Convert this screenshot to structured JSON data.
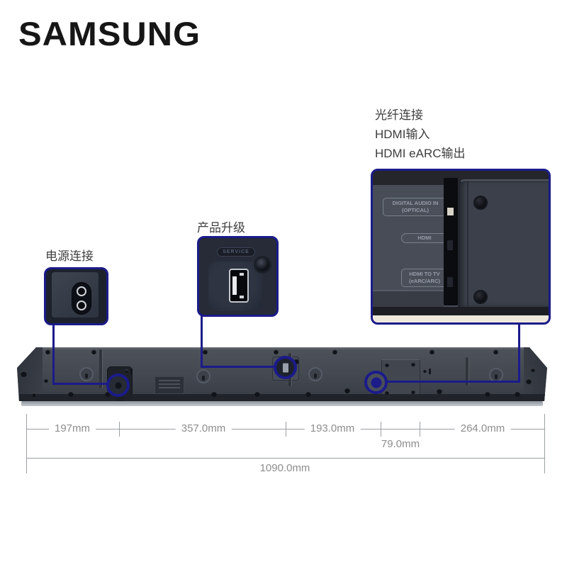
{
  "brand": {
    "logo_text": "SAMSUNG"
  },
  "annotations": {
    "optical_hdmi": {
      "lines": "光纤连接\nHDMI输入\nHDMI eARC输出"
    },
    "service": {
      "label": "产品升级"
    },
    "power": {
      "label": "电源连接"
    }
  },
  "callout_ports": {
    "digital_audio_in": "DIGITAL AUDIO IN\n(OPTICAL)",
    "hdmi": "HDMI",
    "hdmi_to_tv": "HDMI TO TV\n(eARC/ARC)",
    "service_port": "SERVICE"
  },
  "dimensions": {
    "segments": [
      "197mm",
      "357.0mm",
      "193.0mm",
      "79.0mm",
      "264.0mm"
    ],
    "total": "1090.0mm"
  },
  "colors": {
    "accent": "#1b1b8a",
    "dimension_gray": "#9aa0a3"
  }
}
